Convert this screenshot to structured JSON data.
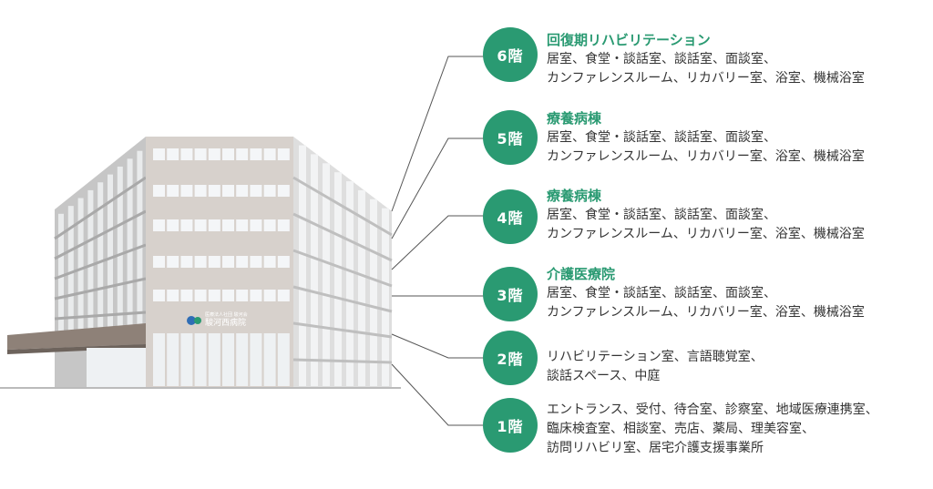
{
  "floors": [
    {
      "label": "6階",
      "title": "回復期リハビリテーション",
      "lines": [
        "居室、食堂・談話室、談話室、面談室、",
        "カンファレンスルーム、リカバリー室、浴室、機械浴室"
      ]
    },
    {
      "label": "5階",
      "title": "療養病棟",
      "lines": [
        "居室、食堂・談話室、談話室、面談室、",
        "カンファレンスルーム、リカバリー室、浴室、機械浴室"
      ]
    },
    {
      "label": "4階",
      "title": "療養病棟",
      "lines": [
        "居室、食堂・談話室、談話室、面談室、",
        "カンファレンスルーム、リカバリー室、浴室、機械浴室"
      ]
    },
    {
      "label": "3階",
      "title": "介護医療院",
      "lines": [
        "居室、食堂・談話室、談話室、面談室、",
        "カンファレンスルーム、リカバリー室、浴室、機械浴室"
      ]
    },
    {
      "label": "2階",
      "title": "",
      "lines": [
        "リハビリテーション室、言語聴覚室、",
        "談話スペース、中庭"
      ]
    },
    {
      "label": "1階",
      "title": "",
      "lines": [
        "エントランス、受付、待合室、診察室、地域医療連携室、",
        "臨床検査室、相談室、売店、薬局、理美容室、",
        "訪問リハビリ室、居宅介護支援事業所"
      ]
    }
  ],
  "building": {
    "sign_small": "医療法人社団 駿河会",
    "sign_name": "駿河西病院"
  },
  "colors": {
    "accent": "#2a9a72",
    "leader": "#555555"
  }
}
